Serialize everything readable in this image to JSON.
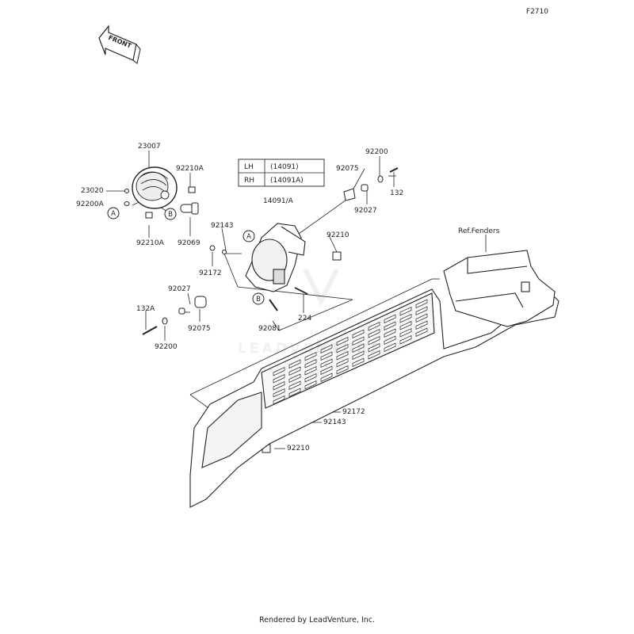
{
  "diagram_code": "F2710",
  "front_label": "FRONT",
  "callouts": {
    "a_letter": "A",
    "b_letter": "B"
  },
  "side_table": [
    {
      "side": "LH",
      "part": "(14091)"
    },
    {
      "side": "RH",
      "part": "(14091A)"
    }
  ],
  "parts": {
    "p23007": "23007",
    "p92210a_top": "92210A",
    "p23020": "23020",
    "p92200a": "92200A",
    "p92210a_bottom": "92210A",
    "p92069": "92069",
    "p92143_top": "92143",
    "p92172_top": "92172",
    "p14091a": "14091/A",
    "p92210_mid": "92210",
    "p92200_top": "92200",
    "p92075_top": "92075",
    "p132": "132",
    "p92027_top": "92027",
    "p92027_left": "92027",
    "p132a": "132A",
    "p92075_left": "92075",
    "p92200_left": "92200",
    "p92081": "92081",
    "p224": "224",
    "ref_fenders": "Ref.Fenders",
    "p92172_bottom": "92172",
    "p92143_bottom": "92143",
    "p92210_bottom": "92210"
  },
  "watermark": "LEADVENTURE",
  "footer": "Rendered by LeadVenture, Inc."
}
